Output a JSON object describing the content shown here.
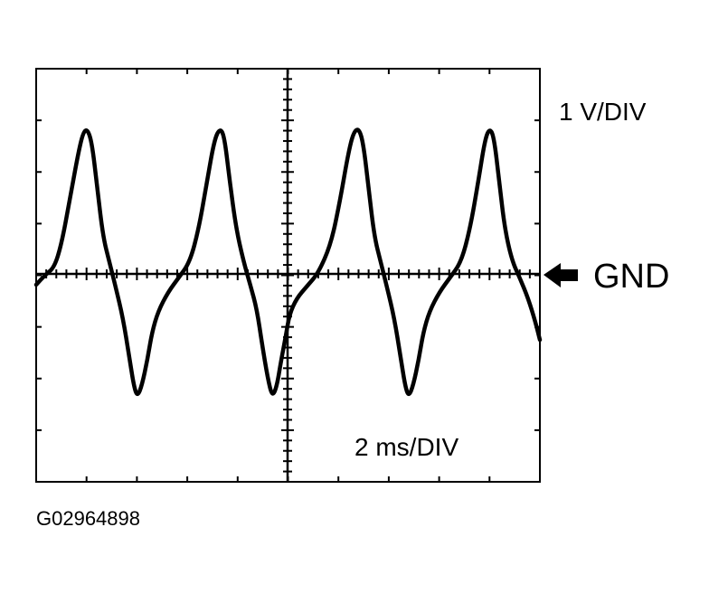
{
  "scale": {
    "voltage": "1 V/DIV",
    "time": "2 ms/DIV"
  },
  "ground_marker": {
    "label": "GND",
    "icon": "left-arrow-icon"
  },
  "figure_id": "G02964898",
  "colors": {
    "ink": "#000000",
    "paper": "#ffffff"
  }
}
